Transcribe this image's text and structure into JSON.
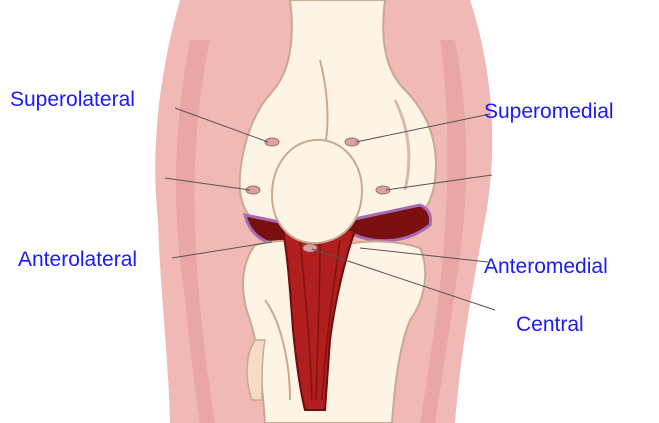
{
  "colors": {
    "label_text": "#1a1aff",
    "skin": "#f1b9b6",
    "skin_shadow": "#d98c8c",
    "bone": "#fdf4e6",
    "bone_outline": "#c9a98f",
    "tendon": "#b01e1e",
    "tendon_dark": "#6e0d0d",
    "meniscus": "#a66bb5",
    "portal": "#d7a3a0",
    "leader_line": "#555555"
  },
  "labels": {
    "superolateral": "Superolateral",
    "superomedial": "Superomedial",
    "anterolateral": "Anterolateral",
    "anteromedial": "Anteromedial",
    "central": "Central"
  },
  "icons": {
    "knee_illustration": "knee-anatomy-illustration"
  }
}
